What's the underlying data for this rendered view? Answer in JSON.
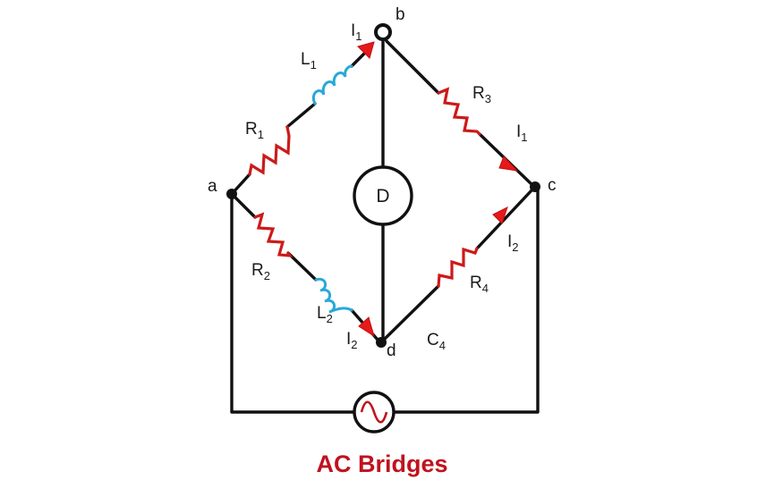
{
  "diagram": {
    "title": "AC Bridges",
    "title_color": "#c0121e",
    "colors": {
      "wire": "#111111",
      "resistor": "#cc1a1a",
      "inductor": "#29a8d8",
      "arrow": "#e8191a"
    },
    "nodes": {
      "a": "a",
      "b": "b",
      "c": "c",
      "d": "d"
    },
    "detector": "D",
    "source_symbol": "ac-sine-source",
    "components": {
      "R1": {
        "main": "R",
        "sub": "1"
      },
      "R2": {
        "main": "R",
        "sub": "2"
      },
      "R3": {
        "main": "R",
        "sub": "3"
      },
      "R4": {
        "main": "R",
        "sub": "4"
      },
      "L1": {
        "main": "L",
        "sub": "1"
      },
      "L2": {
        "main": "L",
        "sub": "2"
      },
      "C4": {
        "main": "C",
        "sub": "4"
      }
    },
    "currents": {
      "I1": {
        "main": "I",
        "sub": "1"
      },
      "I2": {
        "main": "I",
        "sub": "2"
      }
    }
  }
}
